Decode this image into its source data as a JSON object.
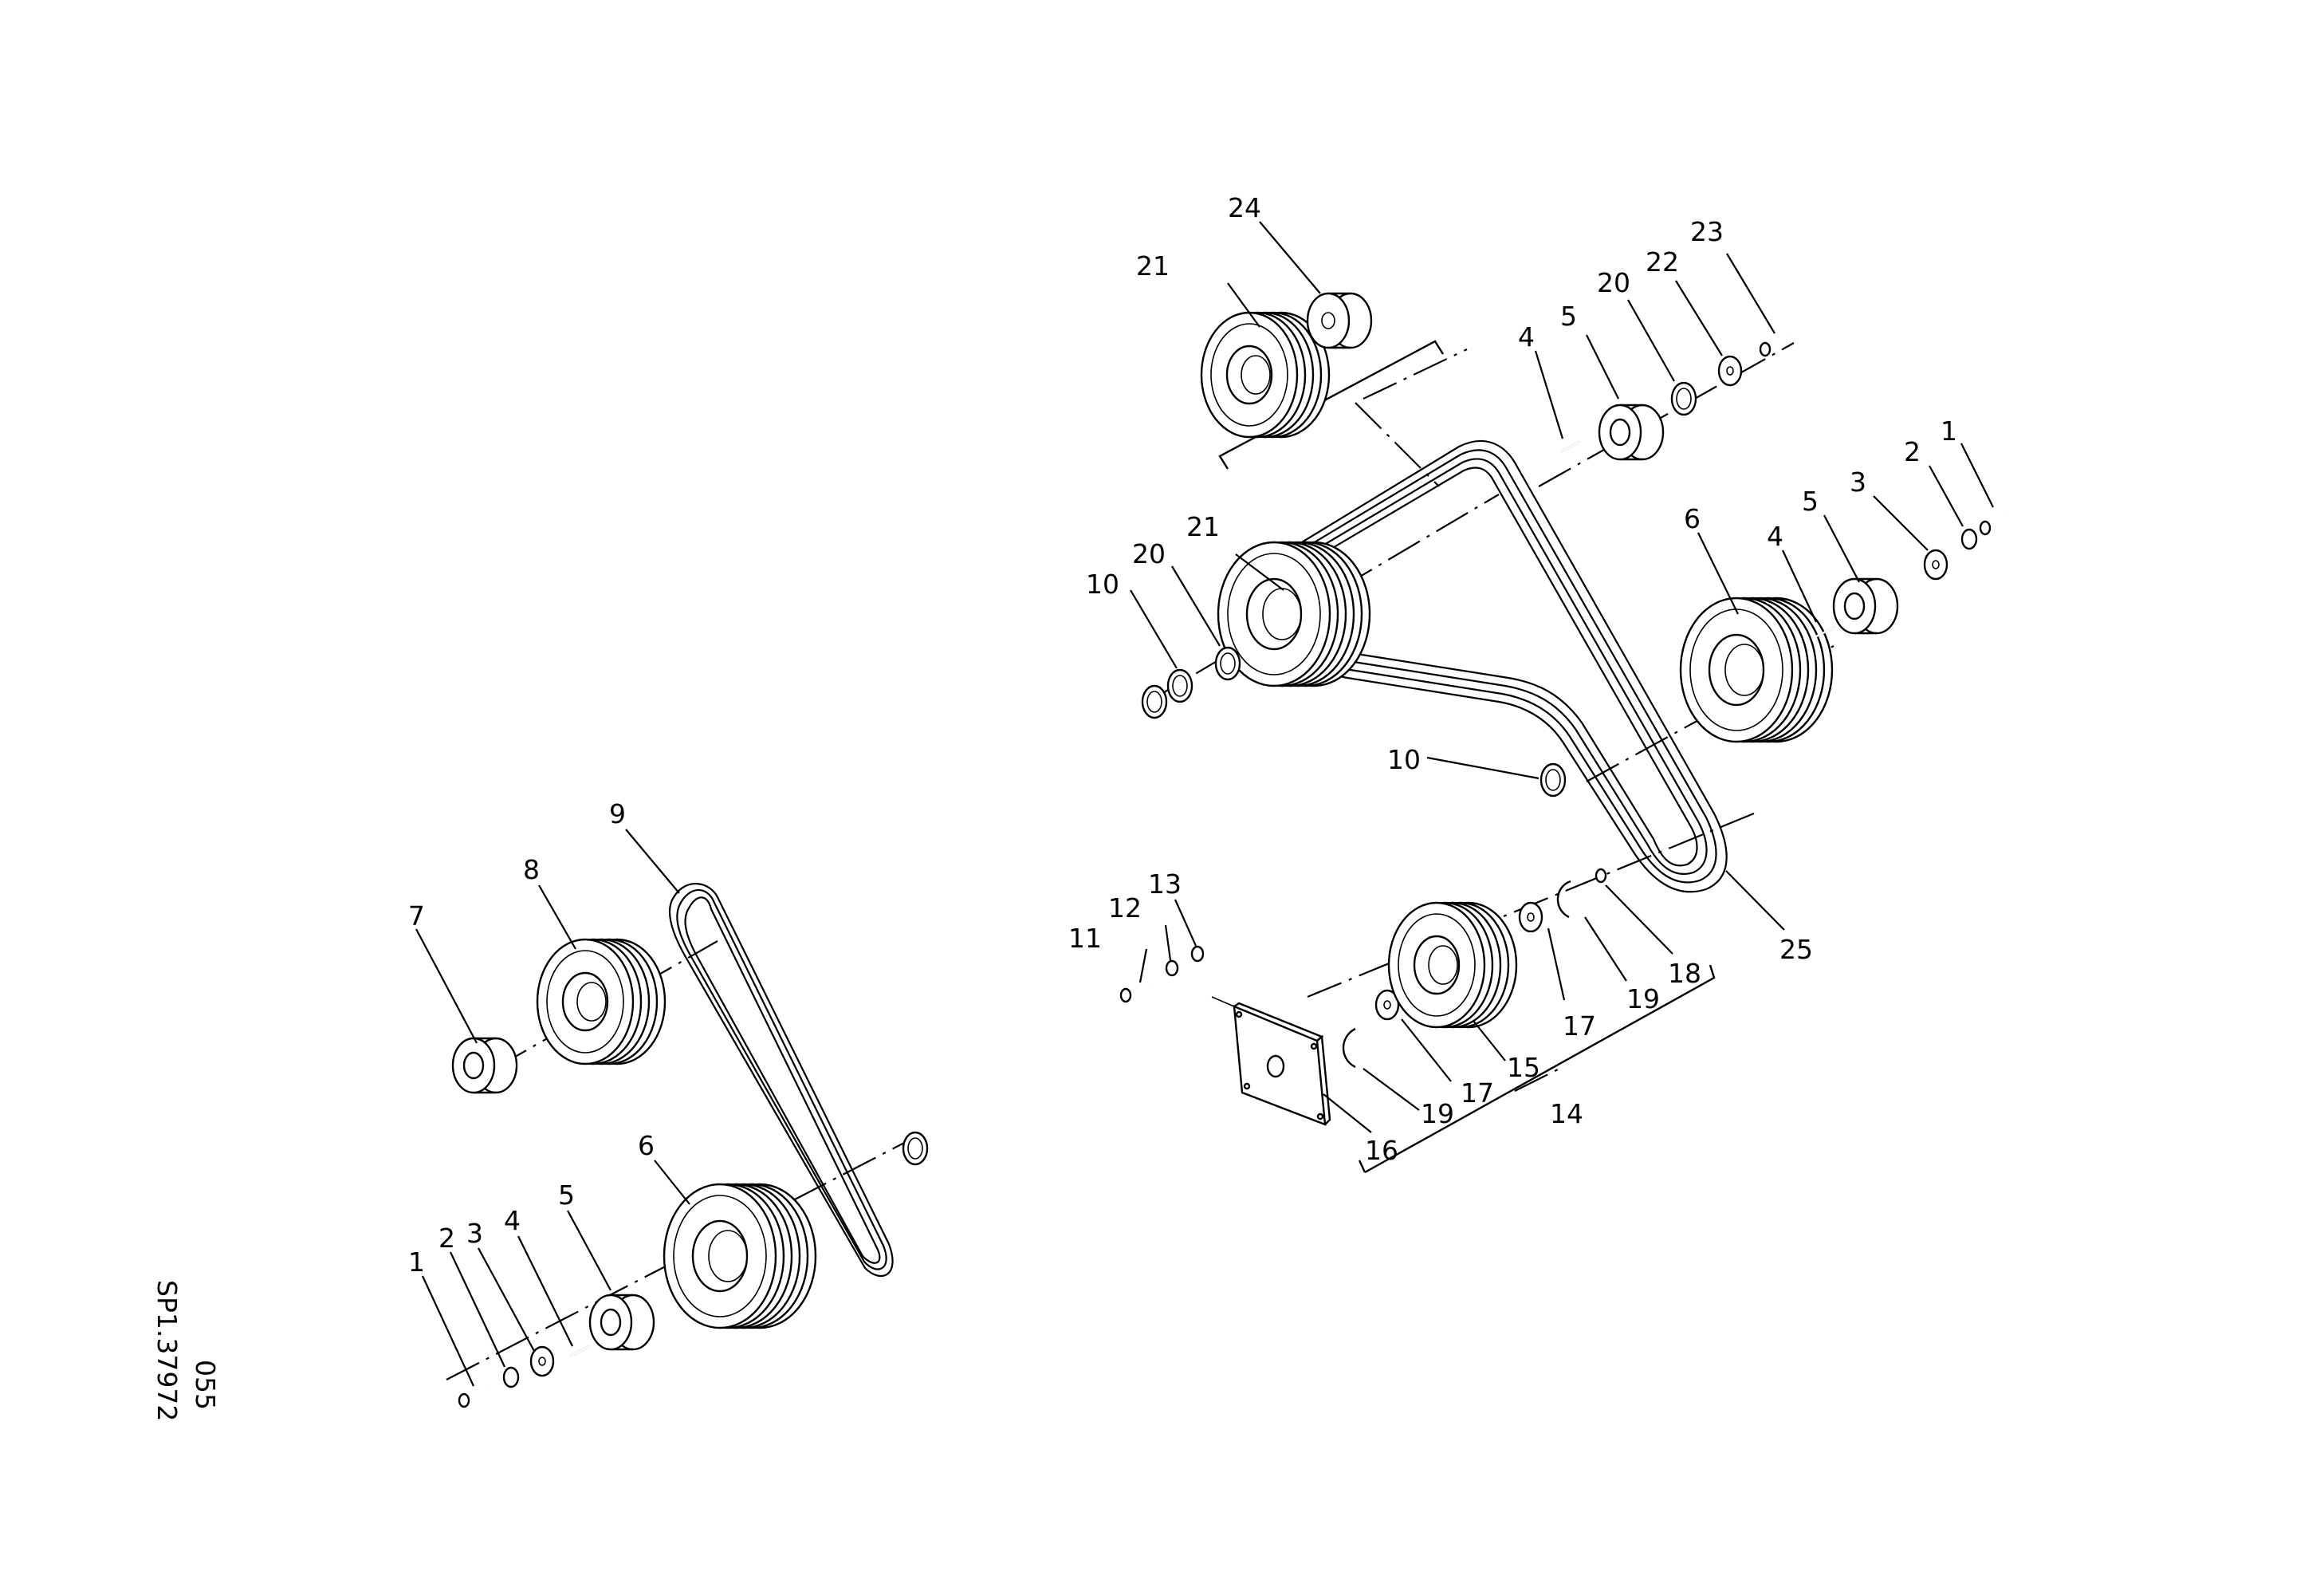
{
  "drawing": {
    "sheet_code": "SP1.37972",
    "page_code": "055"
  },
  "callouts": {
    "left_1": "1",
    "left_2": "2",
    "left_3": "3",
    "left_4": "4",
    "left_5": "5",
    "left_6": "6",
    "left_7": "7",
    "left_8": "8",
    "left_9": "9",
    "top_24": "24",
    "top_21": "21",
    "top_4": "4",
    "top_5": "5",
    "top_20": "20",
    "top_22": "22",
    "top_23": "23",
    "mid_21": "21",
    "mid_20": "20",
    "mid_10": "10",
    "mid_10b": "10",
    "right_6": "6",
    "right_4": "4",
    "right_5": "5",
    "right_3": "3",
    "right_2": "2",
    "right_1": "1",
    "right_25": "25",
    "low_11": "11",
    "low_12": "12",
    "low_13": "13",
    "low_16": "16",
    "low_19": "19",
    "low_17": "17",
    "low_15": "15",
    "low_14": "14",
    "low_17b": "17",
    "low_19b": "19",
    "low_18": "18"
  }
}
